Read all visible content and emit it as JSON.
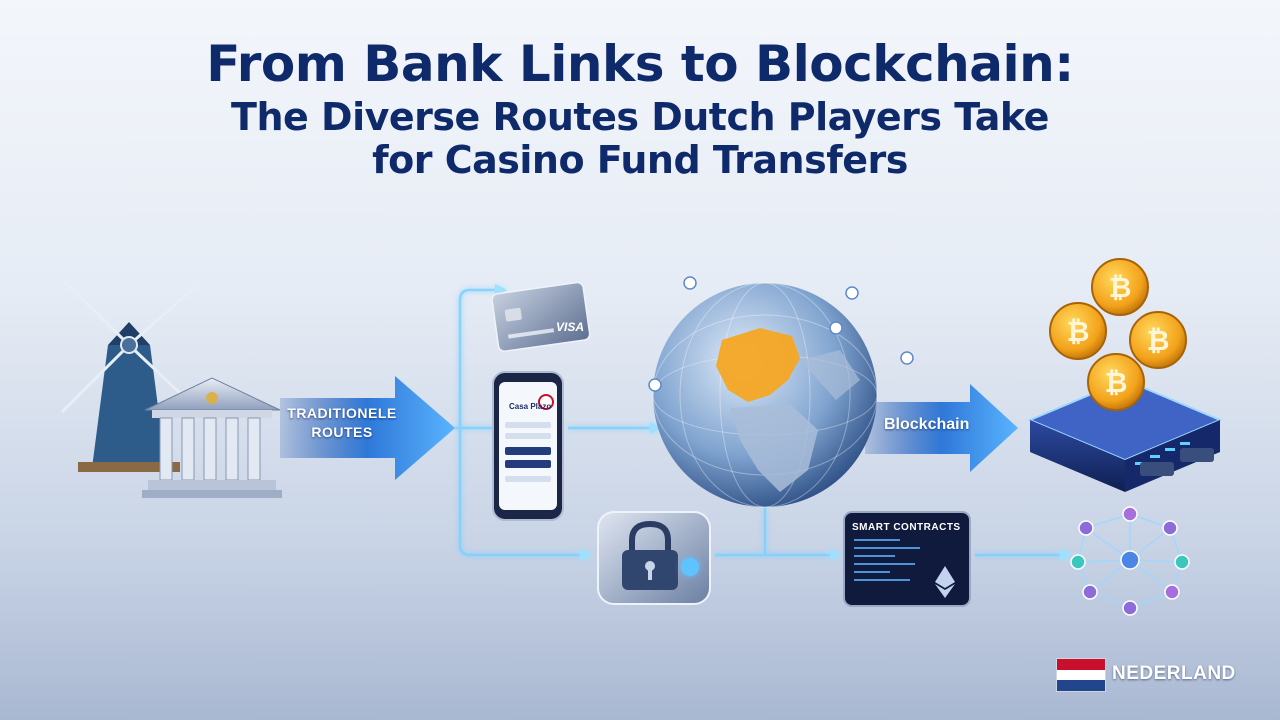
{
  "title": {
    "line1": "From Bank Links to Blockchain:",
    "line2": "The Diverse Routes Dutch Players Take",
    "line3": "for Casino Fund Transfers"
  },
  "labels": {
    "traditional_line1": "TRADITIONELE",
    "traditional_line2": "ROUTES",
    "blockchain": "Blockchain",
    "smart_contracts": "SMART CONTRACTS",
    "card_brand": "VISA",
    "phone_header": "Casa Plazo"
  },
  "footer": {
    "country": "NEDERLAND"
  },
  "icons": [
    "windmill-icon",
    "bank-building-icon",
    "credit-card-icon",
    "smartphone-icon",
    "globe-icon",
    "vault-lock-icon",
    "bitcoin-coin-icon",
    "server-icon",
    "smart-contract-tablet-icon",
    "ethereum-icon",
    "network-graph-icon",
    "netherlands-flag-icon"
  ],
  "colors": {
    "title": "#0f2a6b",
    "arrow": "#3f8fe6",
    "glow": "#7fd0ff",
    "coin": "#f3a21b",
    "europe": "#f5a623",
    "flag_red": "#c8102e",
    "flag_white": "#ffffff",
    "flag_blue": "#21468b"
  }
}
